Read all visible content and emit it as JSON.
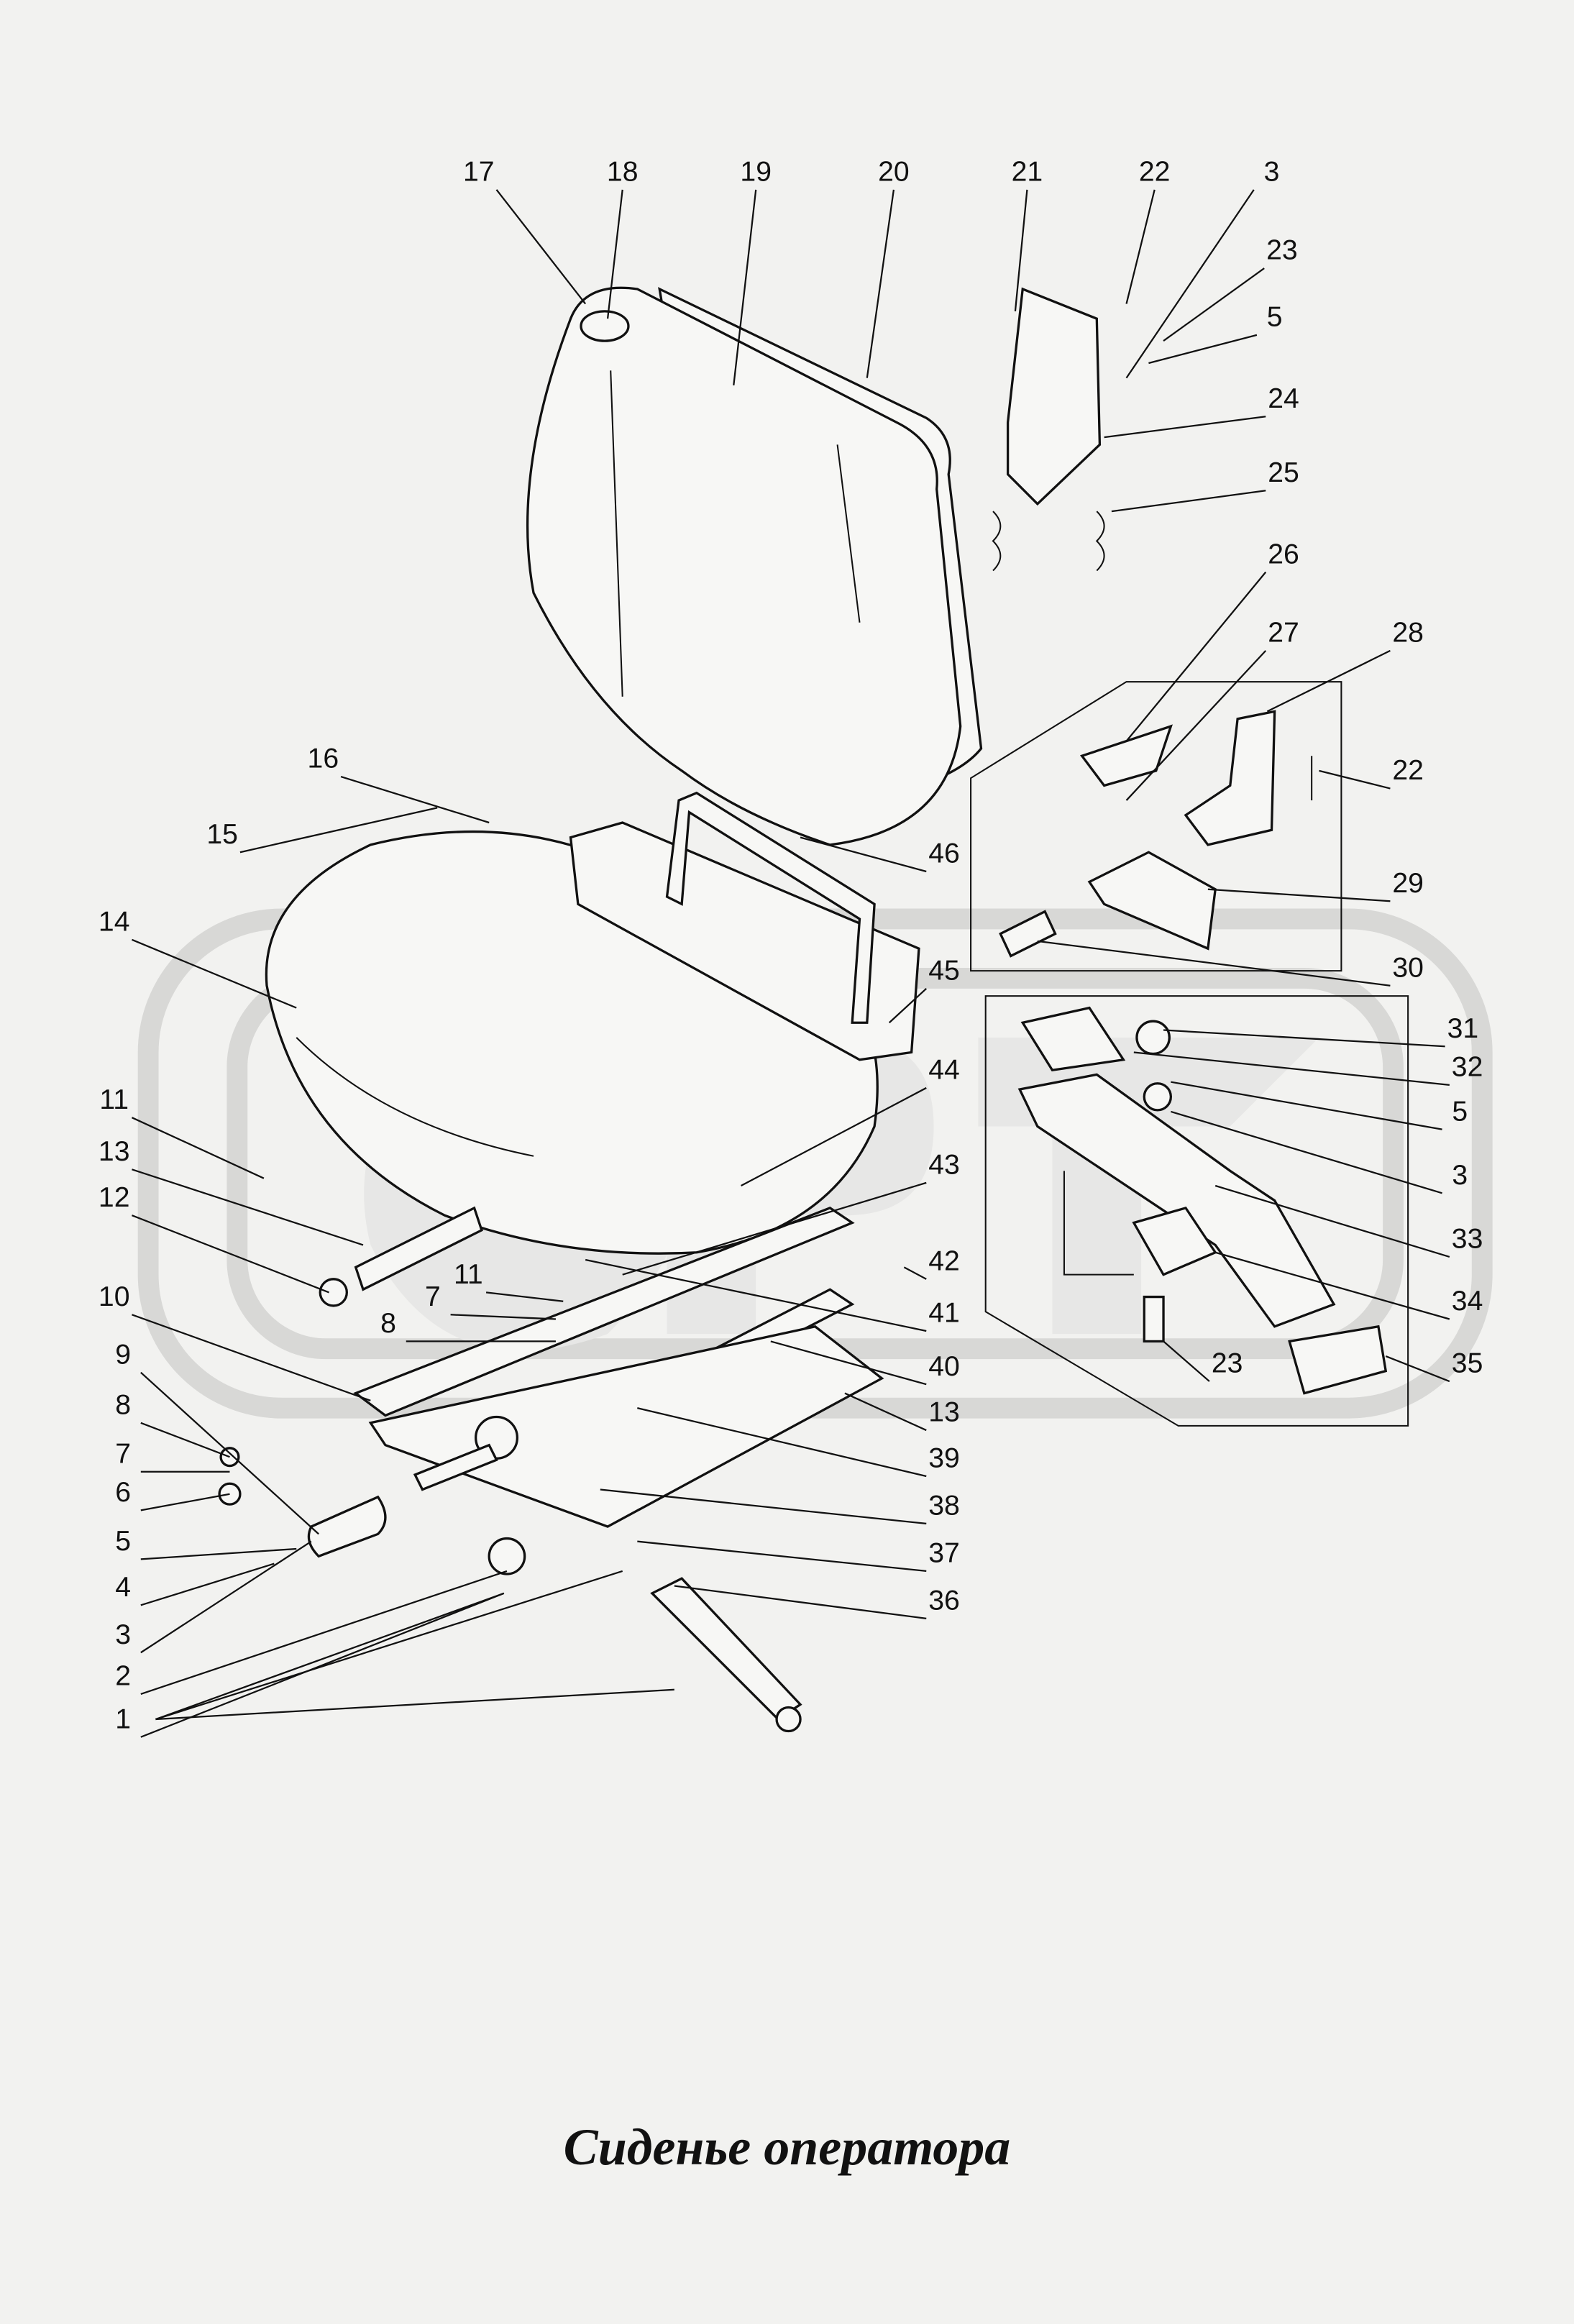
{
  "title": "Сиденье оператора",
  "watermark": "ОРТ",
  "callouts": [
    "17",
    "18",
    "19",
    "20",
    "21",
    "22",
    "3",
    "23",
    "5",
    "24",
    "25",
    "26",
    "27",
    "28",
    "22",
    "46",
    "29",
    "45",
    "30",
    "31",
    "32",
    "44",
    "5",
    "43",
    "3",
    "33",
    "42",
    "41",
    "34",
    "40",
    "35",
    "23",
    "13",
    "39",
    "38",
    "37",
    "36",
    "16",
    "15",
    "14",
    "11",
    "13",
    "12",
    "10",
    "9",
    "11",
    "7",
    "8",
    "8",
    "7",
    "6",
    "5",
    "4",
    "3",
    "2",
    "1"
  ]
}
